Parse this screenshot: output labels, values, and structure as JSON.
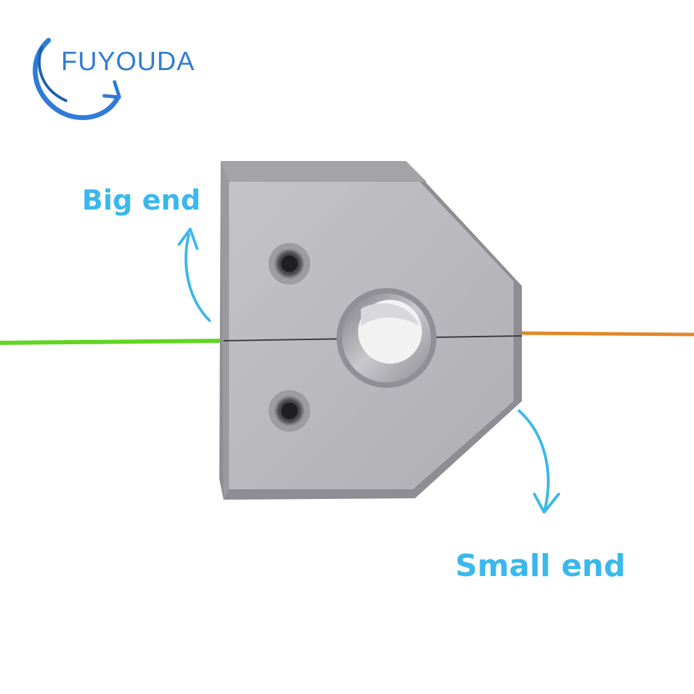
{
  "brand": {
    "name": "FUYOUDA"
  },
  "labels": {
    "big_end": "Big end",
    "small_end": "Small end"
  },
  "colors": {
    "brand_blue": "#2f7bd6",
    "label_blue": "#3ab8ec",
    "filament_green": "#5fd620",
    "filament_orange": "#e0882a",
    "metal_light": "#b9b9bd",
    "metal_dark": "#8a8a8f"
  },
  "icons": [
    "brand-swoosh-icon",
    "curved-arrow-up-icon",
    "curved-arrow-down-icon"
  ]
}
